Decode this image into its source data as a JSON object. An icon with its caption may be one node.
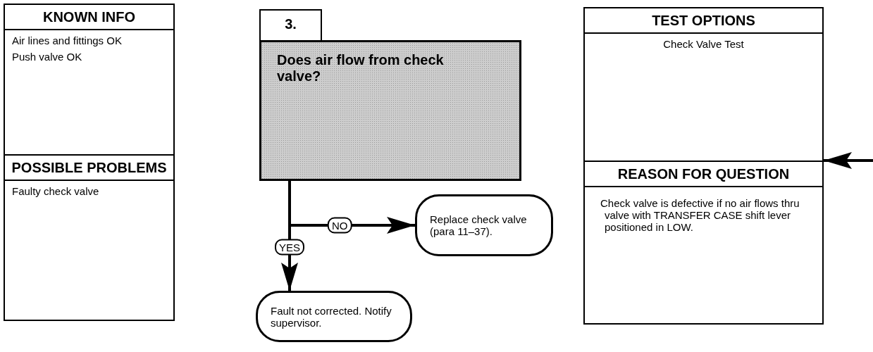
{
  "diagram": {
    "nodes": [
      {
        "text": [
          "KNOWN INFO",
          "Air lines and fittings OK",
          "Push valve OK"
        ]
      },
      {
        "text": [
          "POSSIBLE PROBLEMS",
          "Faulty check valve"
        ]
      },
      {
        "text": [
          "3."
        ]
      },
      {
        "text": [
          "Does air flow from check valve?"
        ]
      },
      {
        "text": [
          "Replace check valve (para 11–37)."
        ]
      },
      {
        "text": [
          "Fault not corrected. Notify supervisor."
        ]
      },
      {
        "text": [
          "TEST OPTIONS",
          "Check Valve Test"
        ]
      },
      {
        "text": [
          "REASON FOR QUESTION",
          "Check valve is defective if no air flows thru valve with TRANSFER CASE shift lever positioned in LOW."
        ]
      }
    ],
    "edges": [
      {
        "from": 3,
        "to": 4,
        "arrow": "to",
        "label": "NO"
      },
      {
        "from": 3,
        "to": 5,
        "arrow": "to",
        "label": "YES"
      },
      {
        "from": null,
        "to": 6,
        "arrow": "to"
      }
    ]
  }
}
